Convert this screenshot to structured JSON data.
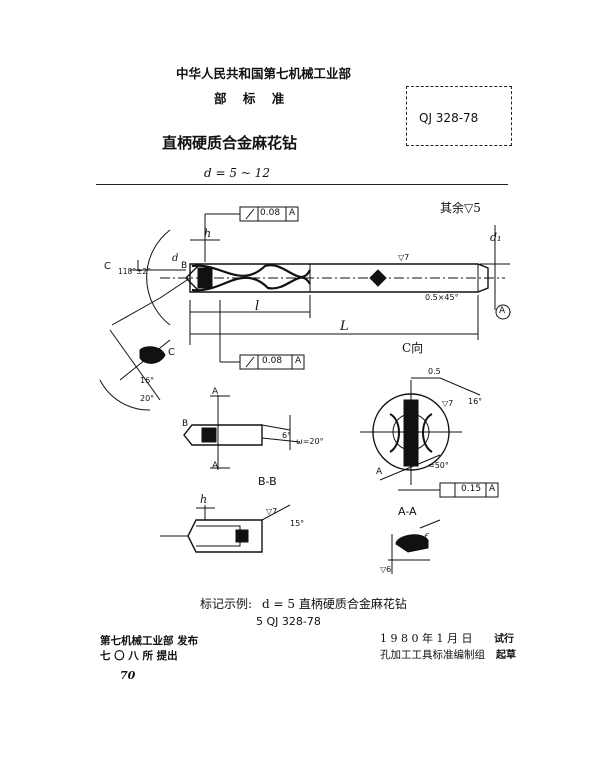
{
  "header": {
    "ministry": "中华人民共和国第七机械工业部",
    "std_type": "部 标 准",
    "std_code": "QJ 328-78"
  },
  "title": "直柄硬质合金麻花钻",
  "range": "d = 5 ~ 12",
  "surface_note": "其余▽5",
  "drawing_labels": {
    "tol_top": "0.08",
    "tol_top_ref": "A",
    "tol_mid": "0.08",
    "tol_mid_ref": "A",
    "tol_side": "0.15",
    "tol_side_ref": "A",
    "view_c": "C向",
    "section_bb": "B-B",
    "section_aa": "A-A",
    "dim_l": "l",
    "dim_L": "L",
    "dim_h": "h",
    "dim_d1": "d₁",
    "dim_d": "d",
    "dim_c": "C",
    "dim_a": "A",
    "dim_b": "B",
    "ang_118": "118°±2°",
    "ang_16a": "16°",
    "ang_20": "20°",
    "ang_6": "6°",
    "ang_w20": "ω=20°",
    "ang_15": "15°",
    "ang_16b": "16°",
    "ang_50": "≈50°",
    "ang_45": "0.5×45°",
    "val_05": "0.5",
    "ref_A": "A",
    "rough_7a": "▽7",
    "rough_7b": "▽7",
    "rough_7c": "▽7",
    "rough_6": "▽6",
    "dim_f": "f"
  },
  "example": {
    "label": "标记示例:",
    "text": "d = 5 直柄硬质合金麻花钻",
    "code": "5 QJ 328-78"
  },
  "footer": {
    "issuer": "第七机械工业部  发布",
    "proposer": "七 〇 八 所  提出",
    "date": "1 9 8 0 年 1 月 日",
    "trial": "试行",
    "drafter": "孔加工工具标准编制组",
    "drafted": "起草",
    "page": "70"
  }
}
